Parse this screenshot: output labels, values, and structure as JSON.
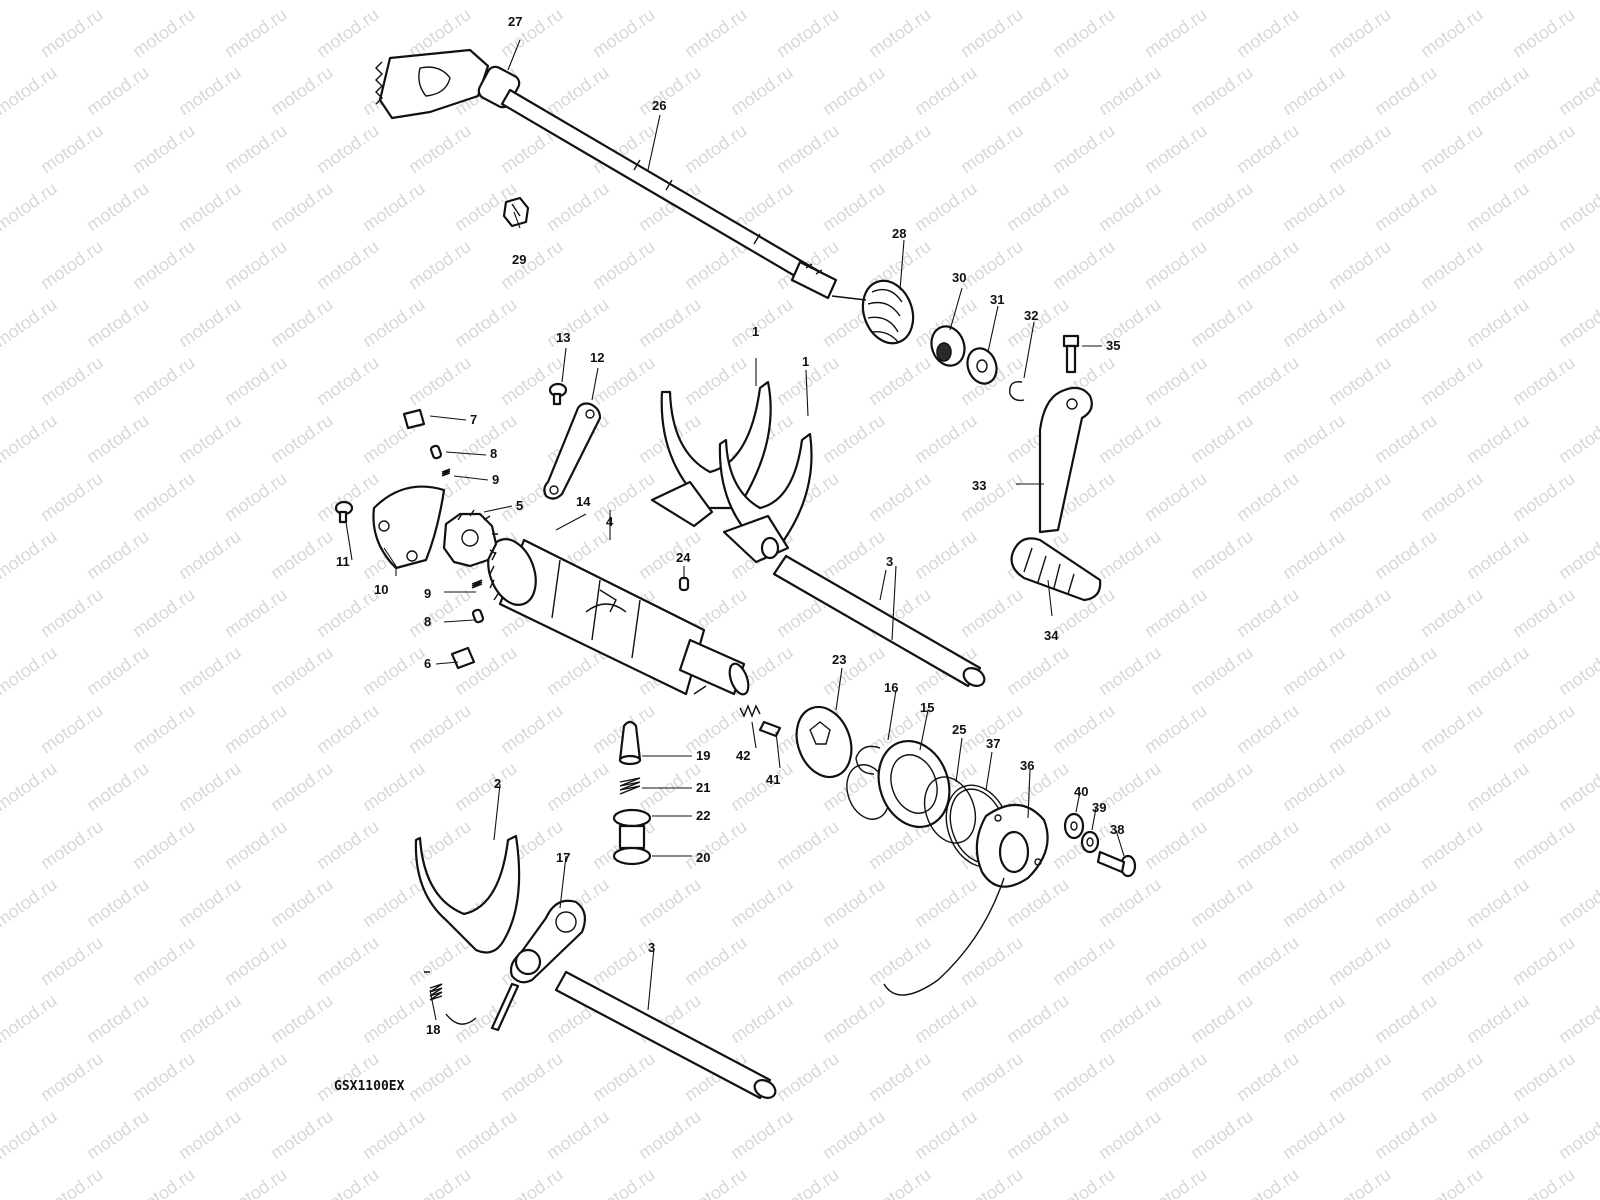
{
  "diagram": {
    "model": "GSX1100EX",
    "watermark": "motod.ru",
    "parts": {
      "p1a": "1",
      "p1b": "1",
      "p2": "2",
      "p3a": "3",
      "p3b": "3",
      "p4": "4",
      "p5": "5",
      "p6": "6",
      "p7": "7",
      "p8a": "8",
      "p8b": "8",
      "p9a": "9",
      "p9b": "9",
      "p10": "10",
      "p11": "11",
      "p12": "12",
      "p13": "13",
      "p14": "14",
      "p15": "15",
      "p16": "16",
      "p17": "17",
      "p18": "18",
      "p19": "19",
      "p20": "20",
      "p21": "21",
      "p22": "22",
      "p23": "23",
      "p24": "24",
      "p25": "25",
      "p26": "26",
      "p27": "27",
      "p28": "28",
      "p29": "29",
      "p30": "30",
      "p31": "31",
      "p32": "32",
      "p33": "33",
      "p34": "34",
      "p35": "35",
      "p36": "36",
      "p37": "37",
      "p38": "38",
      "p39": "39",
      "p40": "40",
      "p41": "41",
      "p42": "42"
    }
  }
}
